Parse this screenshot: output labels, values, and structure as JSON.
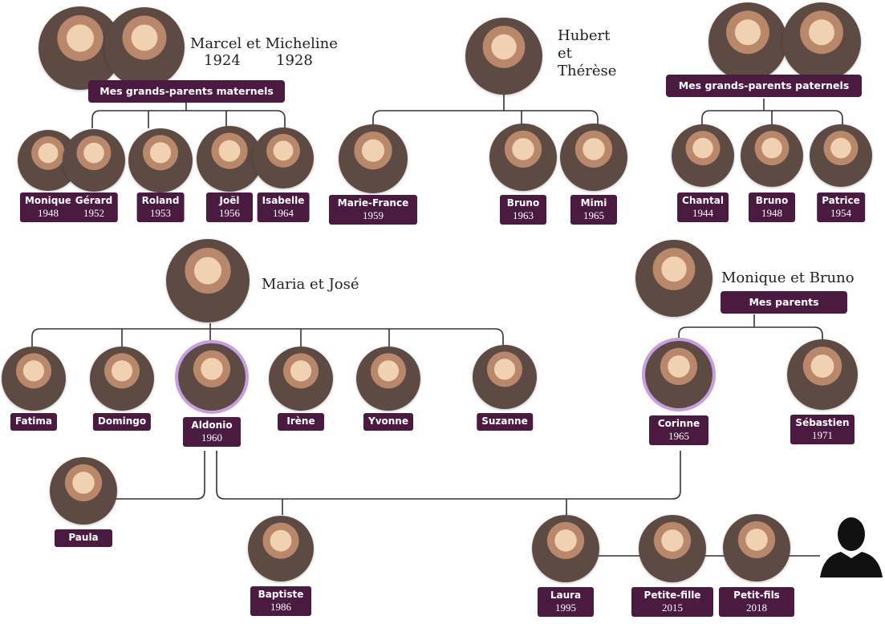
{
  "colors": {
    "tag_bg": "#4a1a40",
    "line": "#333333",
    "highlight": "#c79ee2"
  },
  "couples": {
    "maternal": {
      "names": "Marcel et Micheline",
      "year1": "1924",
      "year2": "1928",
      "banner": "Mes grands-parents maternels"
    },
    "hubert": {
      "line1": "Hubert",
      "line2": "et",
      "line3": "Thérèse"
    },
    "paternal": {
      "banner": "Mes grands-parents paternels"
    },
    "maria": {
      "names": "Maria et José"
    },
    "parents": {
      "names": "Monique et Bruno",
      "banner": "Mes parents"
    }
  },
  "people": {
    "monique": {
      "name": "Monique",
      "year": "1948"
    },
    "gerard": {
      "name": "Gérard",
      "year": "1952"
    },
    "roland": {
      "name": "Roland",
      "year": "1953"
    },
    "joel": {
      "name": "Joël",
      "year": "1956"
    },
    "isabelle": {
      "name": "Isabelle",
      "year": "1964"
    },
    "marie_france": {
      "name": "Marie-France",
      "year": "1959"
    },
    "bruno_h": {
      "name": "Bruno",
      "year": "1963"
    },
    "mimi": {
      "name": "Mimi",
      "year": "1965"
    },
    "chantal": {
      "name": "Chantal",
      "year": "1944"
    },
    "bruno_p": {
      "name": "Bruno",
      "year": "1948"
    },
    "patrice": {
      "name": "Patrice",
      "year": "1954"
    },
    "fatima": {
      "name": "Fatima"
    },
    "domingo": {
      "name": "Domingo"
    },
    "aldonio": {
      "name": "Aldonio",
      "year": "1960"
    },
    "irene": {
      "name": "Irène"
    },
    "yvonne": {
      "name": "Yvonne"
    },
    "suzanne": {
      "name": "Suzanne"
    },
    "corinne": {
      "name": "Corinne",
      "year": "1965"
    },
    "sebastien": {
      "name": "Sébastien",
      "year": "1971"
    },
    "paula": {
      "name": "Paula"
    },
    "baptiste": {
      "name": "Baptiste",
      "year": "1986"
    },
    "laura": {
      "name": "Laura",
      "year": "1995"
    },
    "petite_fille": {
      "name": "Petite-fille",
      "year": "2015"
    },
    "petit_fils": {
      "name": "Petit-fils",
      "year": "2018"
    }
  }
}
